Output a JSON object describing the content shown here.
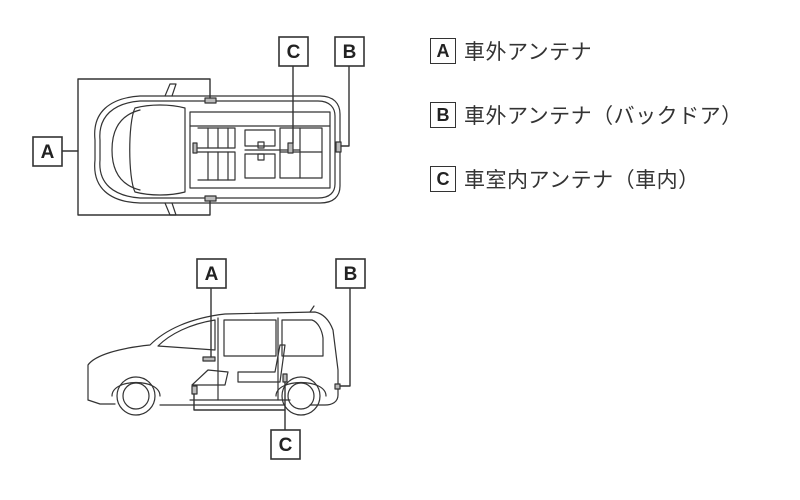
{
  "diagram": {
    "title": "Antenna locations",
    "labels": {
      "a": "A",
      "b": "B",
      "c": "C"
    },
    "legend": [
      {
        "key": "A",
        "text": "車外アンテナ"
      },
      {
        "key": "B",
        "text": "車外アンテナ（バックドア）"
      },
      {
        "key": "C",
        "text": "車室内アンテナ（車内）"
      }
    ],
    "views": [
      "top-view",
      "side-view"
    ]
  }
}
